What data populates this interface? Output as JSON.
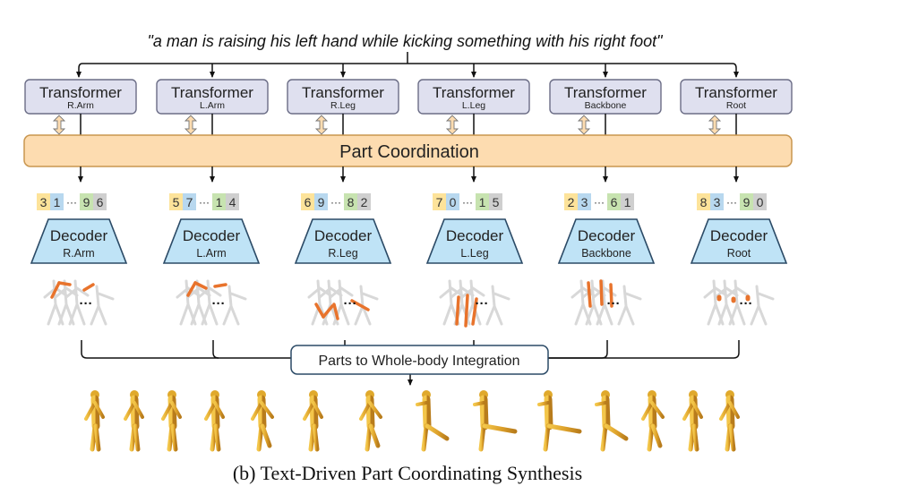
{
  "prompt": "\"a man is raising his left hand while kicking something with his right foot\"",
  "coordination_label": "Part Coordination",
  "integration_label": "Parts to Whole-body Integration",
  "caption": "(b) Text-Driven Part Coordinating Synthesis",
  "transformer_label": "Transformer",
  "decoder_label": "Decoder",
  "ellipsis": "···",
  "parts": [
    {
      "name": "R.Arm",
      "tokens": [
        "3",
        "1",
        "9",
        "6"
      ],
      "highlight": "right-arm"
    },
    {
      "name": "L.Arm",
      "tokens": [
        "5",
        "7",
        "1",
        "4"
      ],
      "highlight": "left-arm"
    },
    {
      "name": "R.Leg",
      "tokens": [
        "6",
        "9",
        "8",
        "2"
      ],
      "highlight": "right-leg"
    },
    {
      "name": "L.Leg",
      "tokens": [
        "7",
        "0",
        "1",
        "5"
      ],
      "highlight": "left-leg"
    },
    {
      "name": "Backbone",
      "tokens": [
        "2",
        "3",
        "6",
        "1"
      ],
      "highlight": "spine"
    },
    {
      "name": "Root",
      "tokens": [
        "8",
        "3",
        "9",
        "0"
      ],
      "highlight": "root"
    }
  ],
  "colors": {
    "transformer_fill": "#dfe0ef",
    "transformer_stroke": "#6b6d86",
    "coordination_fill": "#fddcb0",
    "coordination_stroke": "#c9964f",
    "decoder_fill": "#bfe3f6",
    "decoder_stroke": "#2b4a66",
    "token_colors": [
      "#fde39a",
      "#b8d8ef",
      "#c7e3b0",
      "#cfcfcf"
    ],
    "highlight_orange": "#e8732c",
    "skeleton_gray": "#d8d8d8",
    "figure_gold": "#e0a92c"
  }
}
